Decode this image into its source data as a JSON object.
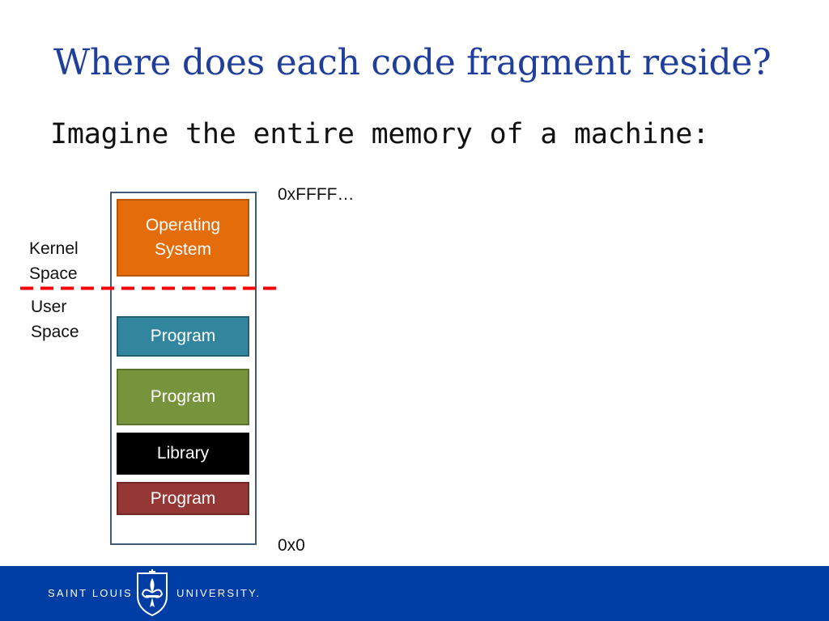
{
  "slide": {
    "title": "Where does each code fragment reside?",
    "subtitle": "Imagine the entire memory of a machine:"
  },
  "labels": {
    "kernel_space": [
      "Kernel",
      "Space"
    ],
    "user_space": [
      "User",
      "Space"
    ],
    "addr_top": "0xFFFF…",
    "addr_bottom": "0x0"
  },
  "blocks": [
    {
      "lines": [
        "Operating",
        "System"
      ],
      "fill": "#e46c0a",
      "border": "#b65608"
    },
    {
      "lines": [
        "Program"
      ],
      "fill": "#31859c",
      "border": "#235f70"
    },
    {
      "lines": [
        "Program"
      ],
      "fill": "#77933c",
      "border": "#5a702d"
    },
    {
      "lines": [
        "Library"
      ],
      "fill": "#000000",
      "border": "#000000"
    },
    {
      "lines": [
        "Program"
      ],
      "fill": "#953735",
      "border": "#702826"
    }
  ],
  "colors": {
    "title": "#1f3f9a",
    "divider": "#ff0000",
    "container_border": "#3f5a78",
    "footer": "#003da5"
  },
  "footer": {
    "left_text": "SAINT LOUIS",
    "right_text": "UNIVERSITY.",
    "logo_icon": "fleur-de-lis-seal-icon"
  }
}
